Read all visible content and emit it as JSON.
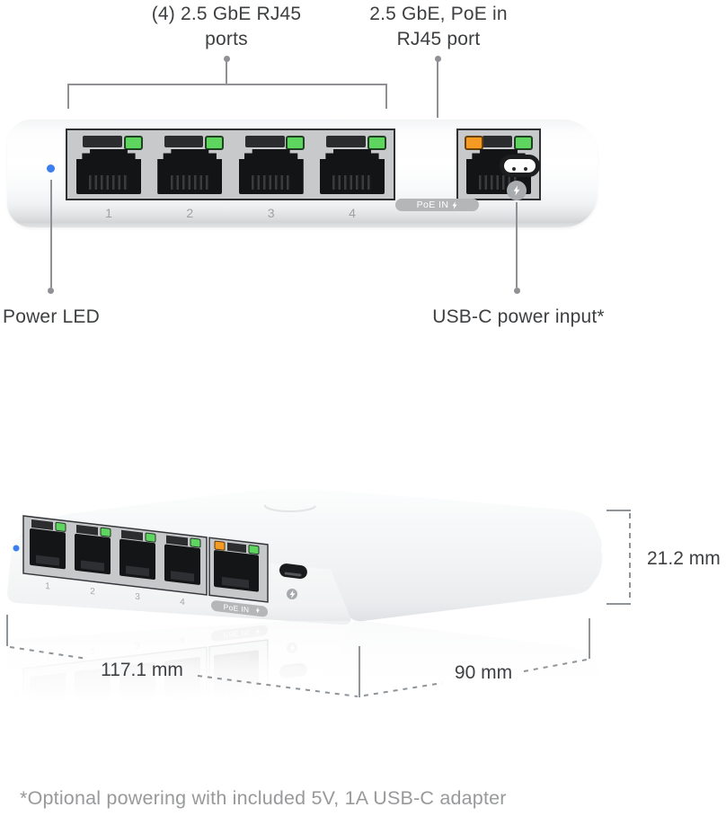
{
  "callouts": {
    "ports": {
      "line1": "(4) 2.5 GbE RJ45",
      "line2": "ports"
    },
    "poe": {
      "line1": "2.5 GbE, PoE in",
      "line2": "RJ45 port"
    },
    "power_led": "Power LED",
    "usb_c": "USB-C power input*"
  },
  "front_view": {
    "port_numbers": [
      "1",
      "2",
      "3",
      "4"
    ],
    "poe_badge_text": "PoE IN",
    "led_colors": {
      "link_green": "#5dd55e",
      "poe_orange": "#f59b24",
      "power_blue": "#3b7ef0"
    },
    "icons": {
      "poe_badge_icon": "lightning-bolt",
      "usb_power_icon": "lightning-bolt"
    }
  },
  "dimensions": {
    "height": "21.2 mm",
    "length": "117.1 mm",
    "width": "90 mm"
  },
  "footnote": "*Optional powering with included 5V, 1A USB-C adapter",
  "style": {
    "accent_line_gray": "#8f9194",
    "text_dark": "#3d3f41",
    "panel_gray": "#c8c9cb",
    "badge_gray": "#b5b6b8"
  }
}
